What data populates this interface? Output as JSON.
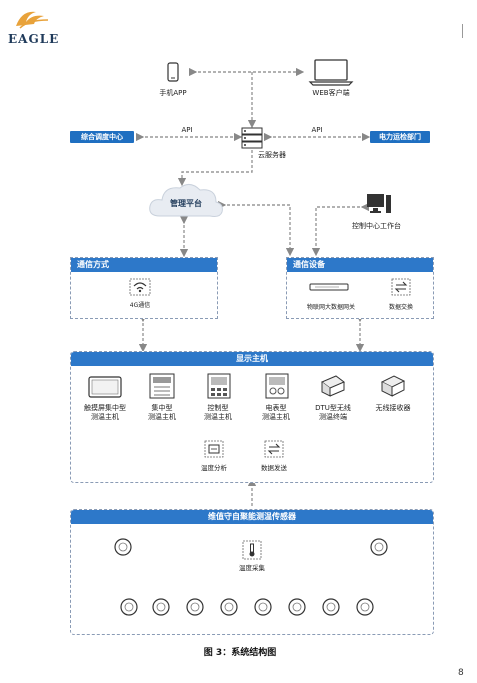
{
  "header": {
    "logo_text": "EAGLE"
  },
  "top": {
    "phone_label": "手机APP",
    "web_label": "WEB客户端",
    "left_center_label": "综合调度中心",
    "right_center_label": "电力运检部门",
    "api_left": "API",
    "api_right": "API",
    "cloud_server_label": "云服务器",
    "mgmt_platform_label": "管理平台",
    "control_ws_label": "控制中心工作台"
  },
  "comm_mode": {
    "title": "通信方式",
    "item_label": "4G通信"
  },
  "comm_device": {
    "title": "通信设备",
    "items": [
      "物联网大数据网关",
      "数据交换"
    ]
  },
  "display_host": {
    "title": "显示主机",
    "devices": [
      "触摸屏集中型\n测温主机",
      "集中型\n测温主机",
      "控制型\n测温主机",
      "电表型\n测温主机",
      "DTU型无线\n测温终端",
      "无线接收器"
    ],
    "functions": [
      "温度分析",
      "数据发送"
    ]
  },
  "sensor": {
    "title": "维值守自聚能测温传感器",
    "collect_label": "温度采集"
  },
  "caption": "图 3：系统结构图",
  "page_number": "8",
  "colors": {
    "brand_blue": "#1f6fc1",
    "head_blue": "#2d78c9",
    "dash_gray": "#8a9bb5"
  }
}
